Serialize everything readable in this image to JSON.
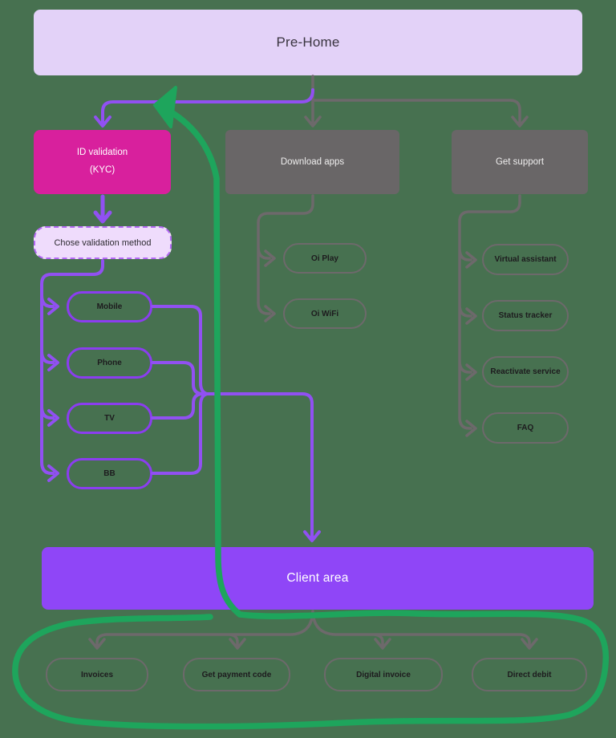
{
  "diagram": {
    "title_node": "Pre-Home",
    "background_color": "#477150",
    "nodes": {
      "pre_home": {
        "label": "Pre-Home",
        "color": "#e3d2f8"
      },
      "id_validation": {
        "label_line1": "ID validation",
        "label_line2": "(KYC)",
        "color": "#d8209d"
      },
      "download_apps": {
        "label": "Download apps",
        "color": "#696667"
      },
      "get_support": {
        "label": "Get support",
        "color": "#696667"
      },
      "chose_validation_method": {
        "label": "Chose validation method",
        "color": "#efdcfc"
      },
      "client_area": {
        "label": "Client area",
        "color": "#8f46f7"
      }
    },
    "validation_options": [
      {
        "label": "Mobile"
      },
      {
        "label": "Phone"
      },
      {
        "label": "TV"
      },
      {
        "label": "BB"
      }
    ],
    "download_options": [
      {
        "label": "Oi Play"
      },
      {
        "label": "Oi WiFi"
      }
    ],
    "support_options": [
      {
        "label": "Virtual assistant"
      },
      {
        "label": "Status tracker"
      },
      {
        "label": "Reactivate service"
      },
      {
        "label": "FAQ"
      }
    ],
    "client_options": [
      {
        "label": "Invoices"
      },
      {
        "label": "Get payment code"
      },
      {
        "label": "Digital invoice"
      },
      {
        "label": "Direct debit"
      }
    ],
    "colors": {
      "purple_connector": "#9150f2",
      "purple_pill_border": "#8b3df0",
      "gray_connector": "#6d696b",
      "green_annotation": "#1ea55c",
      "magenta_node": "#d8209d",
      "gray_node": "#696667",
      "lavender_node": "#e3d2f8",
      "client_area_node": "#8f46f7"
    }
  }
}
